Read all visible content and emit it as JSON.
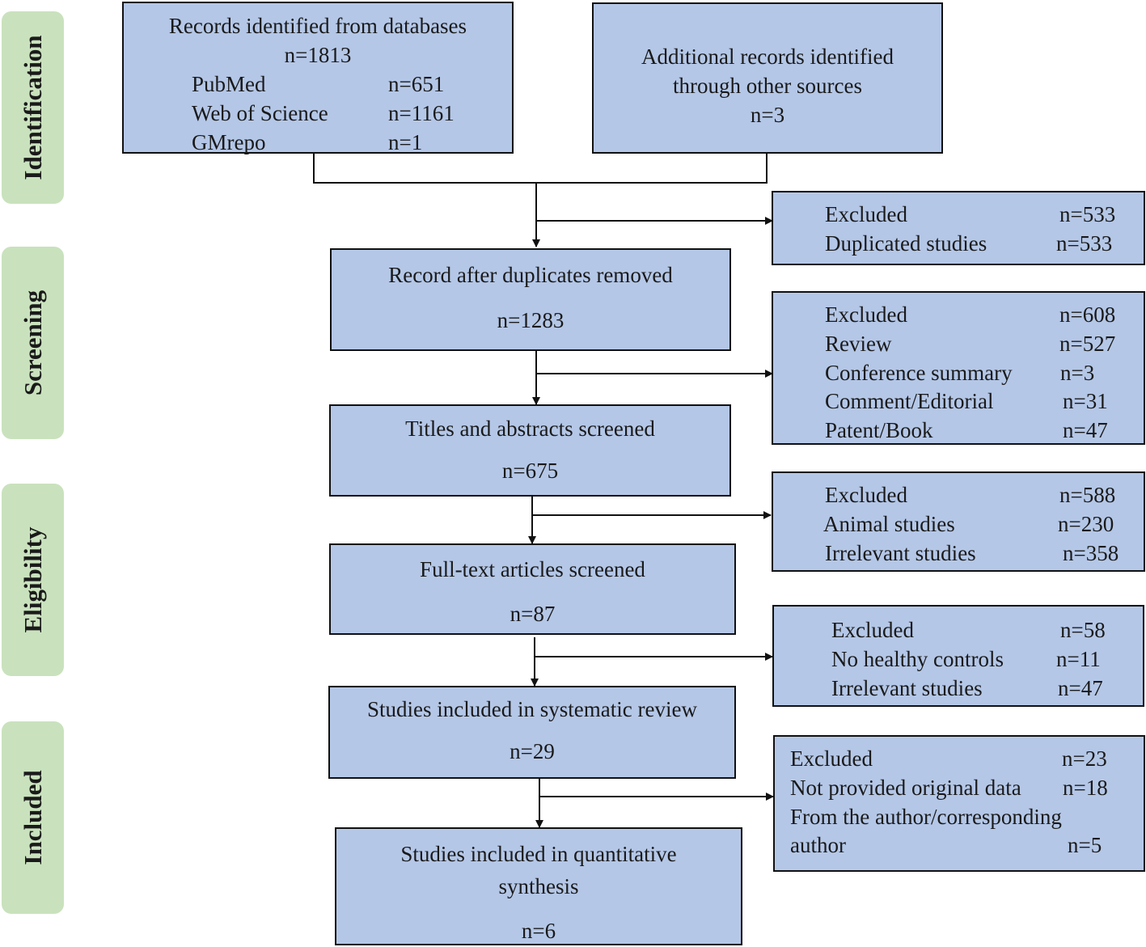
{
  "phases": {
    "identification": "Identification",
    "screening": "Screening",
    "eligibility": "Eligibility",
    "included": "Included"
  },
  "databases": {
    "title": "Records identified from databases",
    "total": "n=1813",
    "sources": [
      {
        "name": "PubMed",
        "n": "n=651"
      },
      {
        "name": "Web of Science",
        "n": "n=1161"
      },
      {
        "name": "GMrepo",
        "n": "n=1"
      }
    ]
  },
  "other_sources": {
    "line1": "Additional records identified",
    "line2": "through other sources",
    "n": "n=3"
  },
  "main": {
    "dedup": {
      "title": "Record after duplicates removed",
      "n": "n=1283"
    },
    "screened": {
      "title": "Titles and abstracts screened",
      "n": "n=675"
    },
    "fulltext": {
      "title": "Full-text articles screened",
      "n": "n=87"
    },
    "systematic": {
      "title": "Studies included in systematic review",
      "n": "n=29"
    },
    "quant": {
      "line1": "Studies included in quantitative",
      "line2": "synthesis",
      "n": "n=6"
    }
  },
  "exclusions": {
    "duplicates": {
      "items": [
        {
          "label": "Excluded",
          "n": "n=533"
        },
        {
          "label": "Duplicated studies",
          "n": "n=533"
        }
      ]
    },
    "screening": {
      "items": [
        {
          "label": "Excluded",
          "n": "n=608"
        },
        {
          "label": "Review",
          "n": "n=527"
        },
        {
          "label": "Conference summary",
          "n": "n=3"
        },
        {
          "label": "Comment/Editorial",
          "n": "n=31"
        },
        {
          "label": "Patent/Book",
          "n": "n=47"
        }
      ]
    },
    "eligibility": {
      "items": [
        {
          "label": "Excluded",
          "n": "n=588"
        },
        {
          "label": "Animal studies",
          "n": "n=230"
        },
        {
          "label": "Irrelevant studies",
          "n": "n=358"
        }
      ]
    },
    "fulltext": {
      "items": [
        {
          "label": "Excluded",
          "n": "n=58"
        },
        {
          "label": "No healthy controls",
          "n": "n=11"
        },
        {
          "label": "Irrelevant studies",
          "n": "n=47"
        }
      ]
    },
    "included": {
      "items": [
        {
          "label": "Excluded",
          "n": "n=23"
        },
        {
          "label": "Not provided original data",
          "n": "n=18"
        },
        {
          "label": "From the author/corresponding",
          "n": ""
        },
        {
          "label": "author",
          "n": "n=5"
        }
      ]
    }
  },
  "colors": {
    "box_fill": "#b4c7e7",
    "phase_fill": "#c9e2bd",
    "line": "#111111"
  }
}
